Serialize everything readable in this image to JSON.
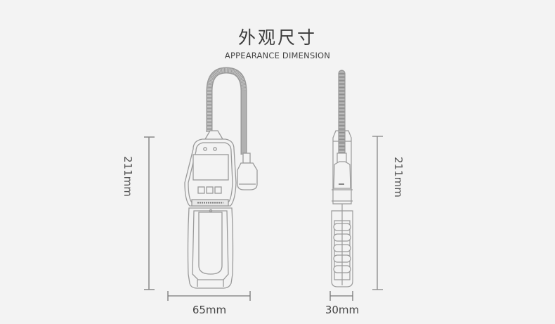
{
  "header": {
    "title": "外观尺寸",
    "subtitle": "APPEARANCE DIMENSION"
  },
  "front_view": {
    "height_label": "211mm",
    "width_label": "65mm"
  },
  "side_view": {
    "height_label": "211mm",
    "width_label": "30mm"
  },
  "colors": {
    "background": "#f3f3f3",
    "line": "#8a8a8a",
    "text": "#444444"
  }
}
